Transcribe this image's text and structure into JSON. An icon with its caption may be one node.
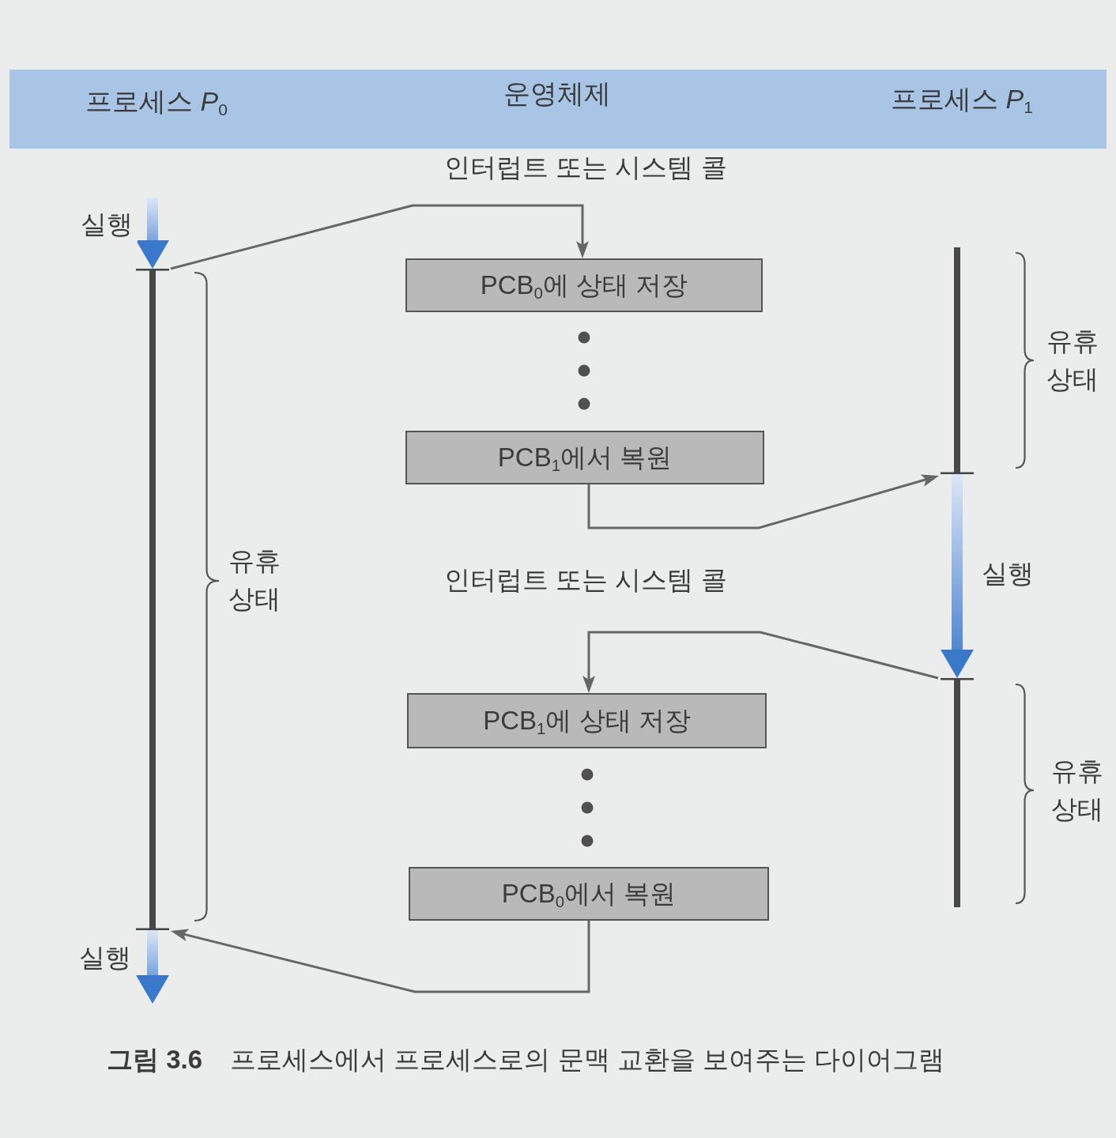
{
  "diagram": {
    "caption": "**그림 3.6** 프로세스에서 프로세스로의 문맥 교환을 보여주는 다이어그램",
    "nodes": [
      {
        "text": [
          "프로세스 *P*$_{0}$",
          "운영체제",
          "프로세스 *P*$_{1}$"
        ]
      },
      {
        "text": [],
        "shape": "bar",
        "beside": [
          "유휴 상태"
        ]
      },
      {
        "text": [
          "PCB$_{0}$에 상태 저장"
        ]
      },
      {
        "text": [
          "PCB$_{1}$에서 복원"
        ]
      },
      {
        "text": [
          "PCB$_{1}$에 상태 저장"
        ]
      },
      {
        "text": [
          "PCB$_{0}$에서 복원"
        ]
      },
      {
        "text": [],
        "shape": "bar",
        "beside": [
          "유휴 상태"
        ]
      },
      {
        "text": [],
        "shape": "bar",
        "beside": [
          "유휴 상태"
        ]
      }
    ],
    "edges": [
      {
        "from": null,
        "to": 1,
        "arrow": "to",
        "label": "실행",
        "style": "thick",
        "color": "#3a78cc"
      },
      {
        "from": 1,
        "to": 2,
        "arrow": "to",
        "label": "인터럽트 또는 시스템 콜"
      },
      {
        "from": 3,
        "to": 6,
        "arrow": "to"
      },
      {
        "from": 6,
        "to": 7,
        "arrow": "to",
        "label": "실행",
        "style": "thick",
        "color": "#3a78cc"
      },
      {
        "from": 7,
        "to": 4,
        "arrow": "to",
        "label": "인터럽트 또는 시스템 콜"
      },
      {
        "from": 5,
        "to": 1,
        "arrow": "to"
      },
      {
        "from": 1,
        "to": null,
        "arrow": "to",
        "label": "실행",
        "style": "thick",
        "color": "#3a78cc"
      }
    ]
  }
}
